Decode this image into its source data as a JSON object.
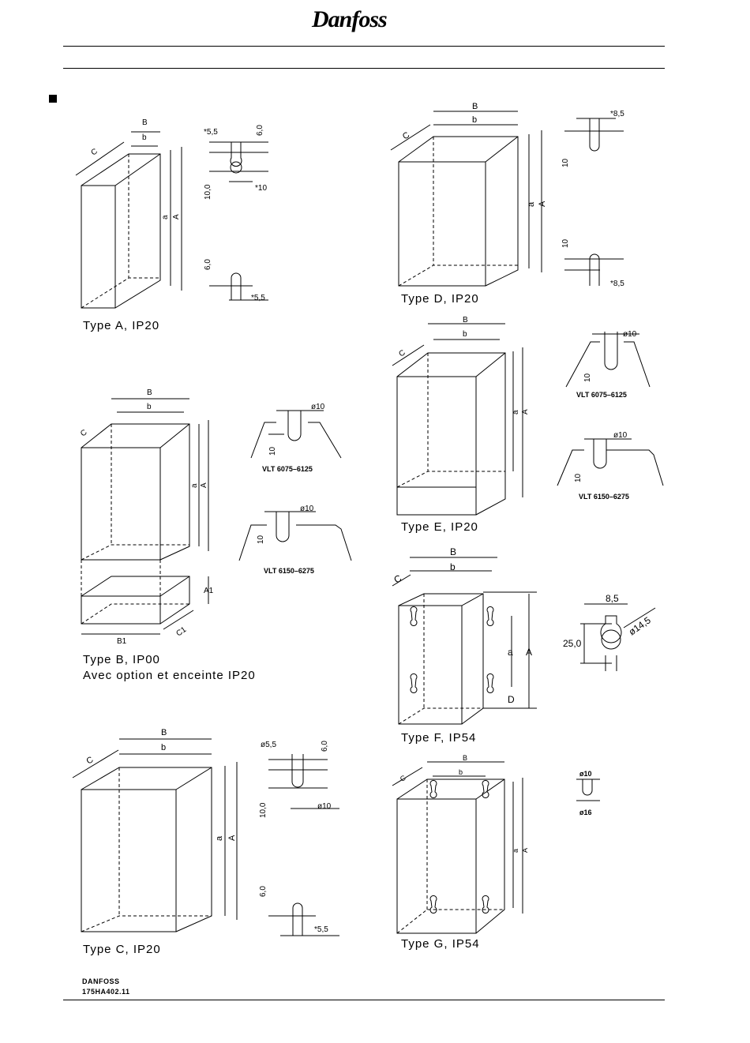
{
  "header": {
    "logo": "Danfoss"
  },
  "captions": {
    "type_a": "Type  A,  IP20",
    "type_b_1": "Type  B,  IP00",
    "type_b_2": "Avec  option  et  enceinte  IP20",
    "type_c": "Type  C,  IP20",
    "type_d": "Type  D,  IP20",
    "type_e": "Type  E,  IP20",
    "type_f": "Type  F,  IP54",
    "type_g": "Type  G,  IP54"
  },
  "labels": {
    "B": "B",
    "b": "b",
    "C": "C",
    "a": "a",
    "A": "A",
    "D": "D",
    "A1": "A1",
    "B1": "B1",
    "C1": "C1",
    "d55": "*5,5",
    "d60": "6,0",
    "d100": "10,0",
    "d10s": "*10",
    "d85": "*8,5",
    "d10": "10",
    "phi10": "ø10",
    "phi55": "ø5,5",
    "v85": "8,5",
    "v250": "25,0",
    "phi145": "ø14,5",
    "phi16": "ø16",
    "vlt_small": "VLT  6075–6125",
    "vlt_large": "VLT  6150–6275"
  },
  "footer": {
    "line1": "DANFOSS",
    "line2": "175HA402.11"
  }
}
